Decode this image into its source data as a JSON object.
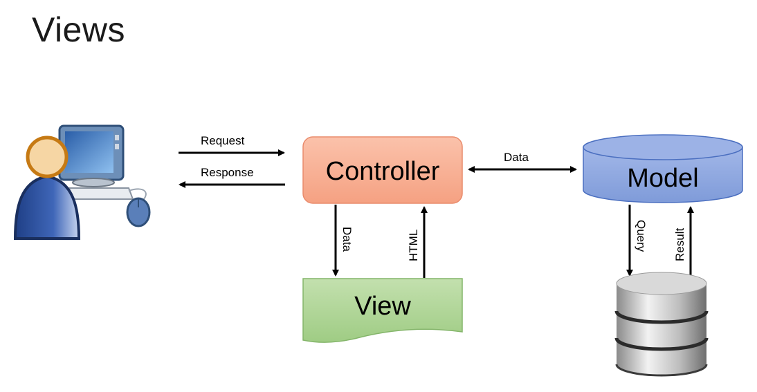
{
  "title": "Views",
  "user": {
    "icon": "user-computer-icon"
  },
  "arrows": {
    "request": "Request",
    "response": "Response",
    "controller_model": "Data",
    "controller_view": "Data",
    "view_controller": "HTML",
    "model_db": "Query",
    "db_model": "Result"
  },
  "nodes": {
    "controller": {
      "label": "Controller",
      "fill": "#f7a98c",
      "border": "#e8866a"
    },
    "model": {
      "label": "Model",
      "fill": "#8fa9e0",
      "border": "#4a6cbf"
    },
    "view": {
      "label": "View",
      "fill": "#a9d18e",
      "border": "#7aab5e"
    },
    "database": {
      "icon": "database-icon"
    }
  }
}
